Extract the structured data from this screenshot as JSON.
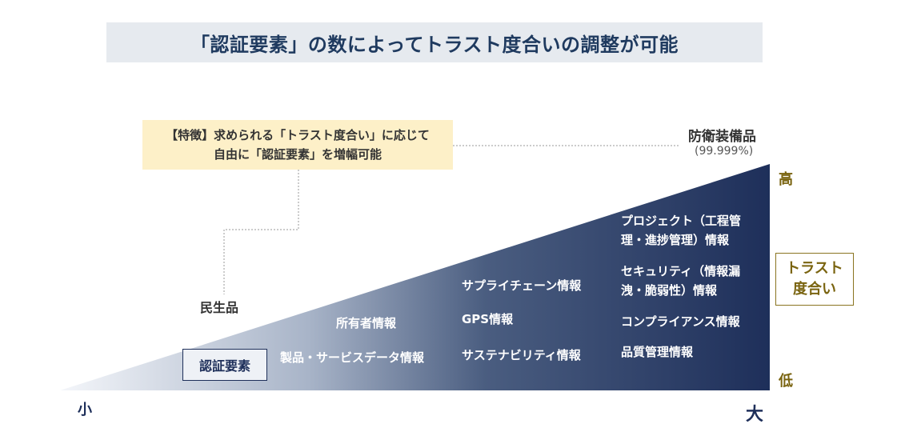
{
  "title": "「認証要素」の数によってトラスト度合いの調整が可能",
  "feature": {
    "line1": "【特徴】求められる「トラスト度合い」に応じて",
    "line2": "自由に「認証要素」を増幅可能"
  },
  "high_end": {
    "label": "防衛装備品",
    "value": "(99.999%)"
  },
  "low_end": {
    "label": "民生品"
  },
  "auth_label": "認証要素",
  "trust_axis": {
    "label_line1": "トラスト",
    "label_line2": "度合い",
    "high": "高",
    "low": "低"
  },
  "x_axis": {
    "min": "小",
    "max": "大"
  },
  "colors": {
    "navy": "#1e2f5a",
    "gold": "#7a6410",
    "feature_bg": "#fdf0c8"
  },
  "factors": {
    "col1": [
      "所有者情報",
      "製品・サービスデータ情報"
    ],
    "col2": [
      "サプライチェーン情報",
      "GPS情報",
      "サステナビリティ情報"
    ],
    "col3": [
      "プロジェクト（工程管",
      "理・進捗管理）情報",
      "セキュリティ（情報漏",
      "洩・脆弱性）情報",
      "コンプライアンス情報",
      "品質管理情報"
    ]
  }
}
